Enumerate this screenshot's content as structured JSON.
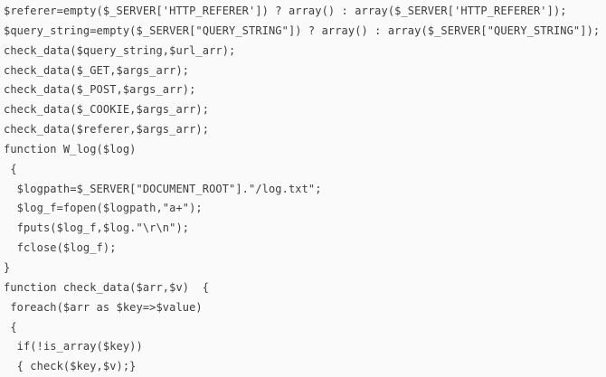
{
  "page": {
    "background_color": "#fafafa",
    "text_color": "#3d3d3d"
  },
  "code": {
    "language": "php",
    "lines": [
      "$referer=empty($_SERVER['HTTP_REFERER']) ? array() : array($_SERVER['HTTP_REFERER']);",
      "$query_string=empty($_SERVER[\"QUERY_STRING\"]) ? array() : array($_SERVER[\"QUERY_STRING\"]);",
      "check_data($query_string,$url_arr);",
      "check_data($_GET,$args_arr);",
      "check_data($_POST,$args_arr);",
      "check_data($_COOKIE,$args_arr);",
      "check_data($referer,$args_arr);",
      "function W_log($log)",
      " {",
      "  $logpath=$_SERVER[\"DOCUMENT_ROOT\"].\"/log.txt\";",
      "  $log_f=fopen($logpath,\"a+\");",
      "  fputs($log_f,$log.\"\\r\\n\");",
      "  fclose($log_f);",
      "}",
      "function check_data($arr,$v)  {",
      " foreach($arr as $key=>$value)",
      " {",
      "  if(!is_array($key))",
      "  { check($key,$v);}"
    ]
  }
}
